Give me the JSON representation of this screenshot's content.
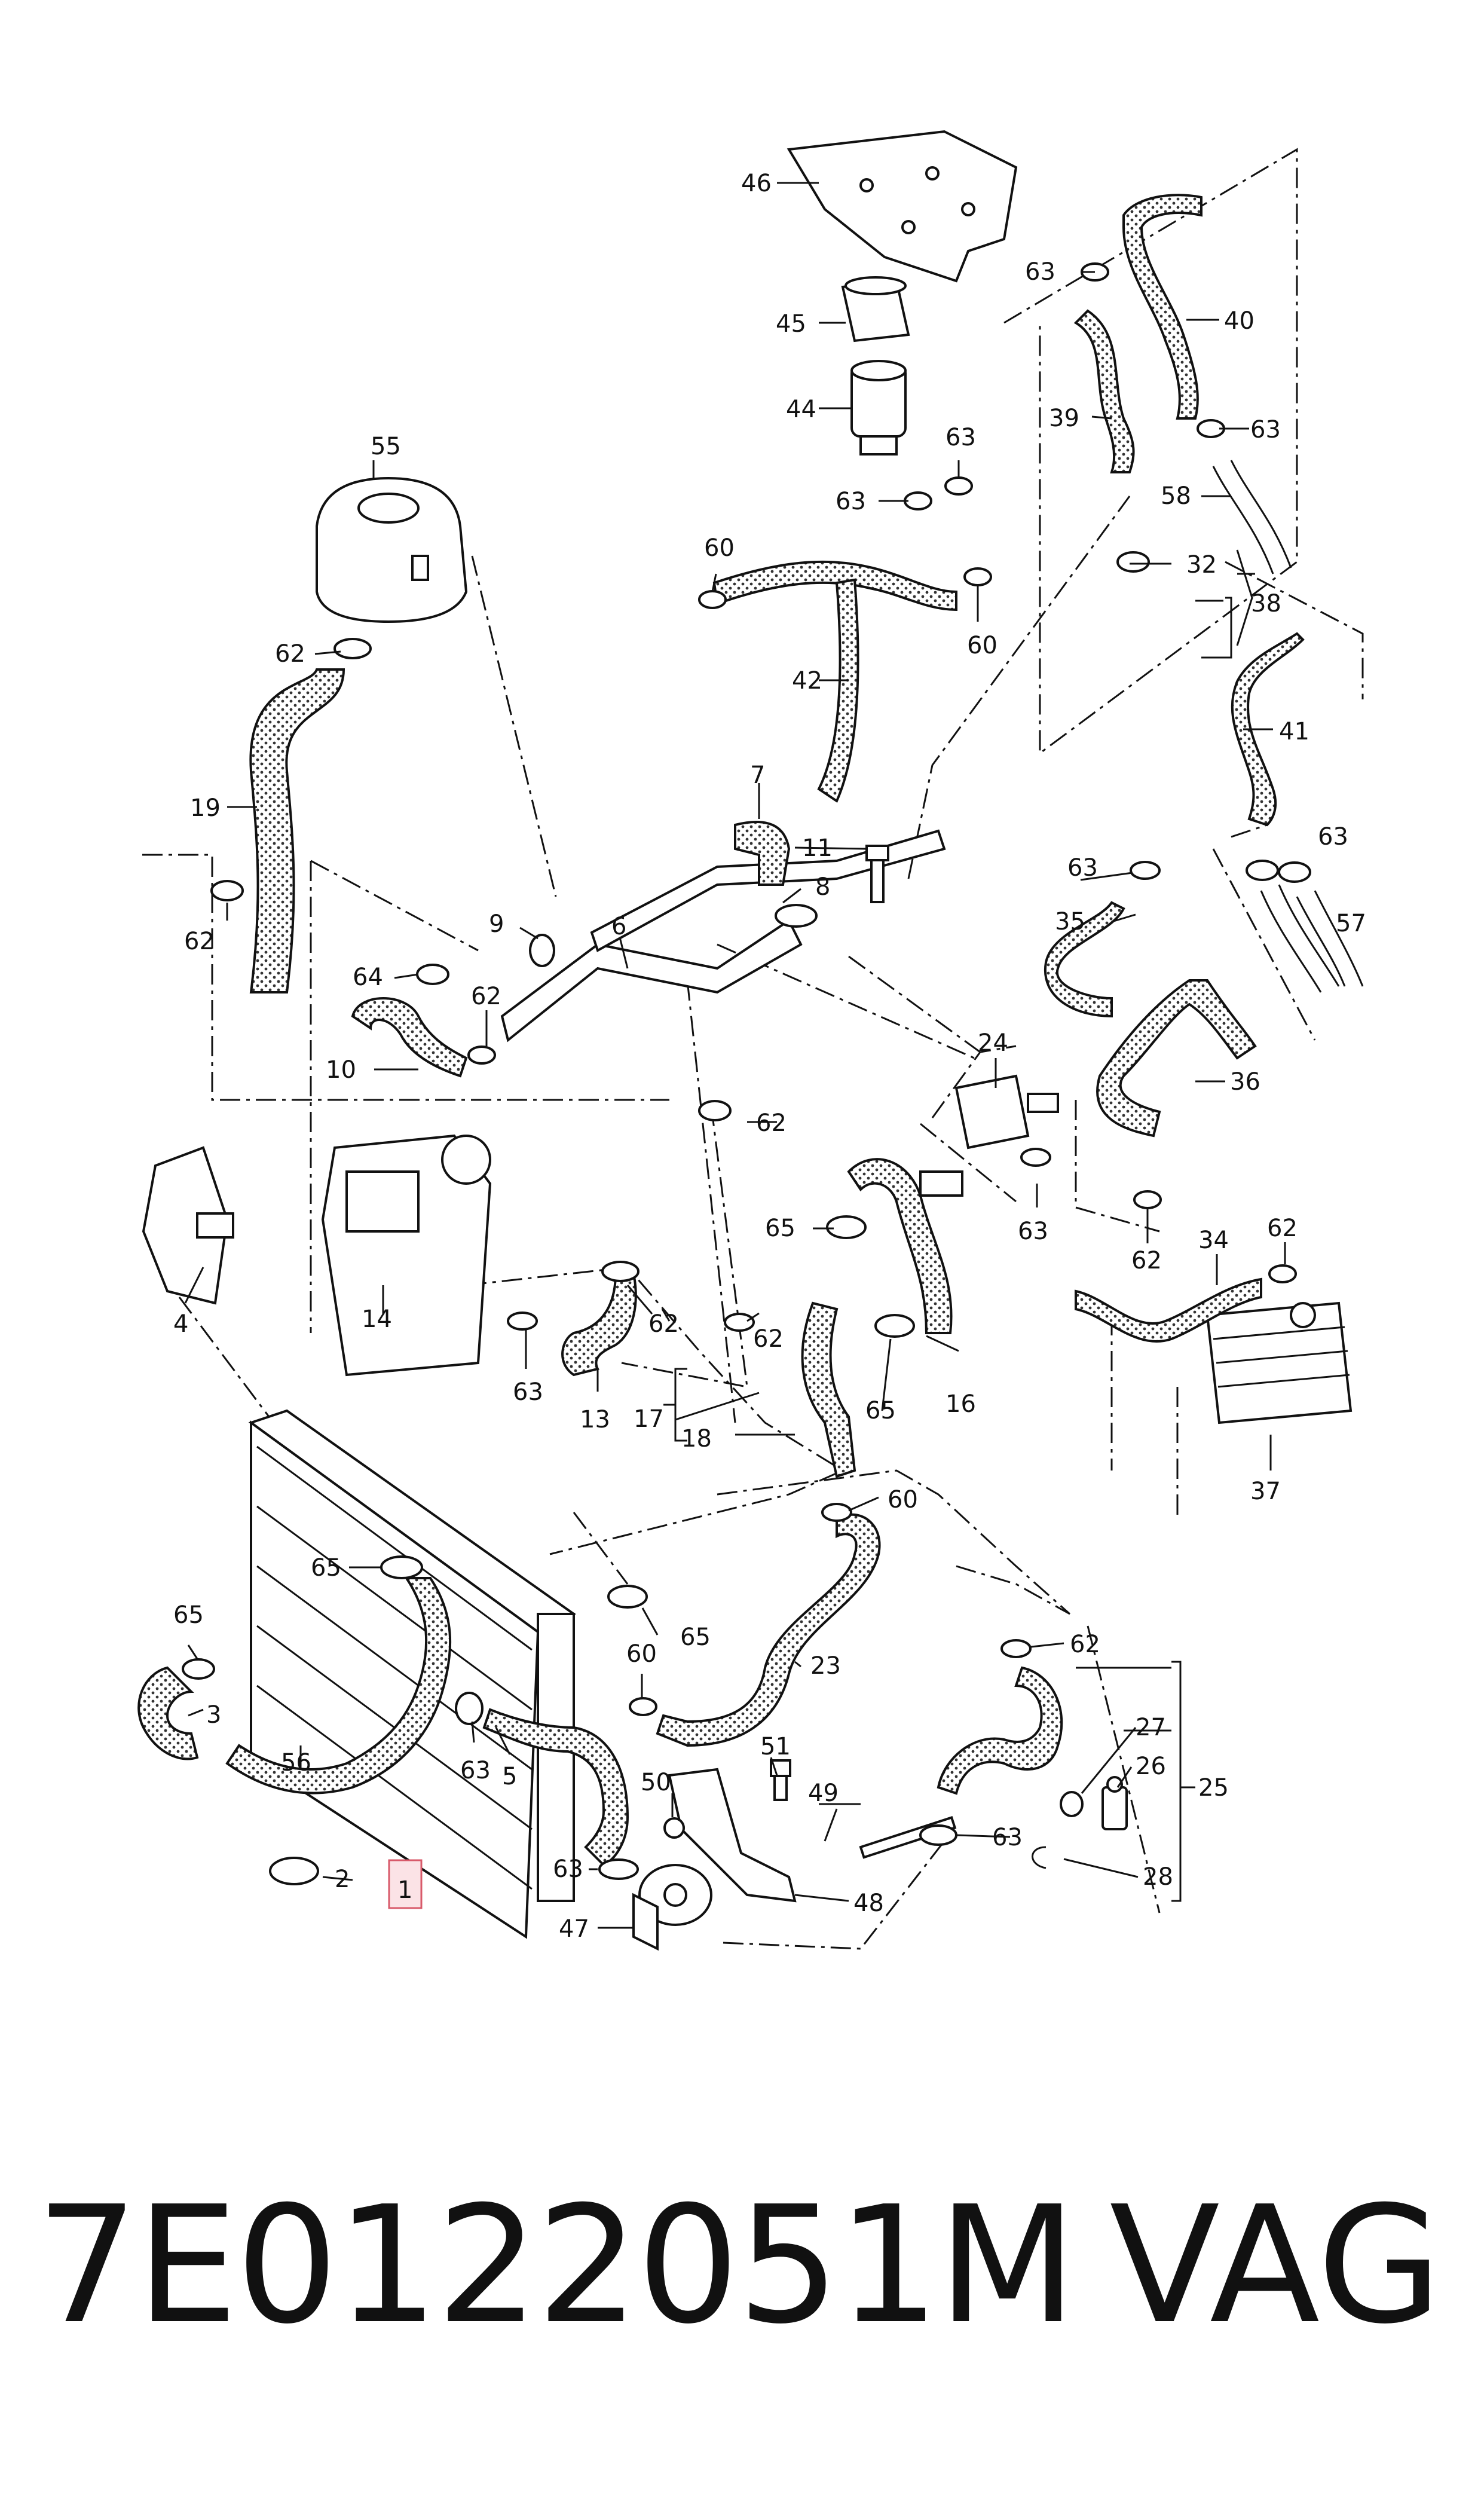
{
  "caption": {
    "part_number": "7E0122051M",
    "brand": "VAG"
  },
  "callouts": [
    {
      "n": "1",
      "t": "1"
    },
    {
      "n": "2",
      "t": "2"
    },
    {
      "n": "3",
      "t": "3"
    },
    {
      "n": "4",
      "t": "4"
    },
    {
      "n": "5",
      "t": "5"
    },
    {
      "n": "6",
      "t": "6"
    },
    {
      "n": "7",
      "t": "7"
    },
    {
      "n": "8",
      "t": "8"
    },
    {
      "n": "9",
      "t": "9"
    },
    {
      "n": "10",
      "t": "10"
    },
    {
      "n": "11",
      "t": "11"
    },
    {
      "n": "13",
      "t": "13"
    },
    {
      "n": "14",
      "t": "14"
    },
    {
      "n": "16",
      "t": "16"
    },
    {
      "n": "17",
      "t": "17"
    },
    {
      "n": "18",
      "t": "18"
    },
    {
      "n": "19",
      "t": "19"
    },
    {
      "n": "23",
      "t": "23"
    },
    {
      "n": "24",
      "t": "24"
    },
    {
      "n": "25",
      "t": "25"
    },
    {
      "n": "26",
      "t": "26"
    },
    {
      "n": "27",
      "t": "27"
    },
    {
      "n": "28",
      "t": "28"
    },
    {
      "n": "32",
      "t": "32"
    },
    {
      "n": "34",
      "t": "34"
    },
    {
      "n": "35",
      "t": "35"
    },
    {
      "n": "36",
      "t": "36"
    },
    {
      "n": "37",
      "t": "37"
    },
    {
      "n": "38",
      "t": "38"
    },
    {
      "n": "39",
      "t": "39"
    },
    {
      "n": "40",
      "t": "40"
    },
    {
      "n": "41",
      "t": "41"
    },
    {
      "n": "42",
      "t": "42"
    },
    {
      "n": "44",
      "t": "44"
    },
    {
      "n": "45",
      "t": "45"
    },
    {
      "n": "46",
      "t": "46"
    },
    {
      "n": "47",
      "t": "47"
    },
    {
      "n": "48",
      "t": "48"
    },
    {
      "n": "49",
      "t": "49"
    },
    {
      "n": "50",
      "t": "50"
    },
    {
      "n": "51",
      "t": "51"
    },
    {
      "n": "55",
      "t": "55"
    },
    {
      "n": "56",
      "t": "56"
    },
    {
      "n": "57",
      "t": "57"
    },
    {
      "n": "58",
      "t": "58"
    },
    {
      "n": "60a",
      "t": "60"
    },
    {
      "n": "60b",
      "t": "60"
    },
    {
      "n": "60c",
      "t": "60"
    },
    {
      "n": "60d",
      "t": "60"
    },
    {
      "n": "62a",
      "t": "62"
    },
    {
      "n": "62b",
      "t": "62"
    },
    {
      "n": "62c",
      "t": "62"
    },
    {
      "n": "62d",
      "t": "62"
    },
    {
      "n": "62e",
      "t": "62"
    },
    {
      "n": "62f",
      "t": "62"
    },
    {
      "n": "62g",
      "t": "62"
    },
    {
      "n": "62h",
      "t": "62"
    },
    {
      "n": "62i",
      "t": "62"
    },
    {
      "n": "63a",
      "t": "63"
    },
    {
      "n": "63b",
      "t": "63"
    },
    {
      "n": "63c",
      "t": "63"
    },
    {
      "n": "63d",
      "t": "63"
    },
    {
      "n": "63e",
      "t": "63"
    },
    {
      "n": "63f",
      "t": "63"
    },
    {
      "n": "63g",
      "t": "63"
    },
    {
      "n": "63h",
      "t": "63"
    },
    {
      "n": "63i",
      "t": "63"
    },
    {
      "n": "63j",
      "t": "63"
    },
    {
      "n": "63k",
      "t": "63"
    },
    {
      "n": "64",
      "t": "64"
    },
    {
      "n": "65a",
      "t": "65"
    },
    {
      "n": "65b",
      "t": "65"
    },
    {
      "n": "65c",
      "t": "65"
    },
    {
      "n": "65d",
      "t": "65"
    },
    {
      "n": "65e",
      "t": "65"
    }
  ],
  "highlighted_part": "1"
}
